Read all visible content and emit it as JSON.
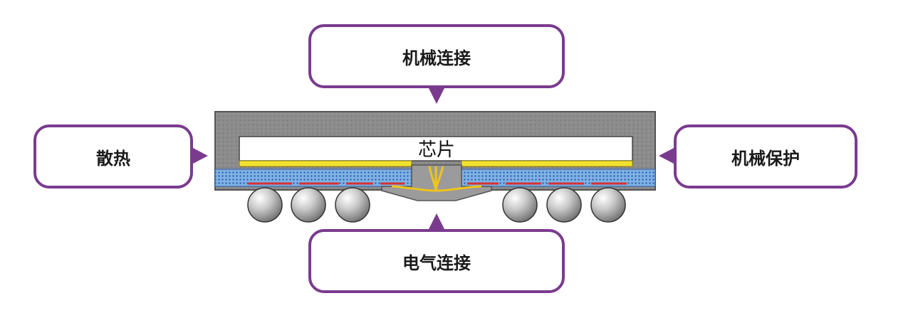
{
  "callouts": {
    "top": "机械连接",
    "left": "散热",
    "right": "机械保护",
    "bottom": "电气连接"
  },
  "chip_label": "芯片",
  "colors": {
    "accent_purple": "#7a3b8f",
    "mold_gray": "#8a8a8a",
    "chip_white": "#ffffff",
    "die_attach_yellow": "#f2e230",
    "substrate_blue": "#4a86c8",
    "trace_red": "#d93030",
    "bond_wire_yellow": "#f0c419",
    "solder_ball_gray": "#b8b8b8"
  }
}
